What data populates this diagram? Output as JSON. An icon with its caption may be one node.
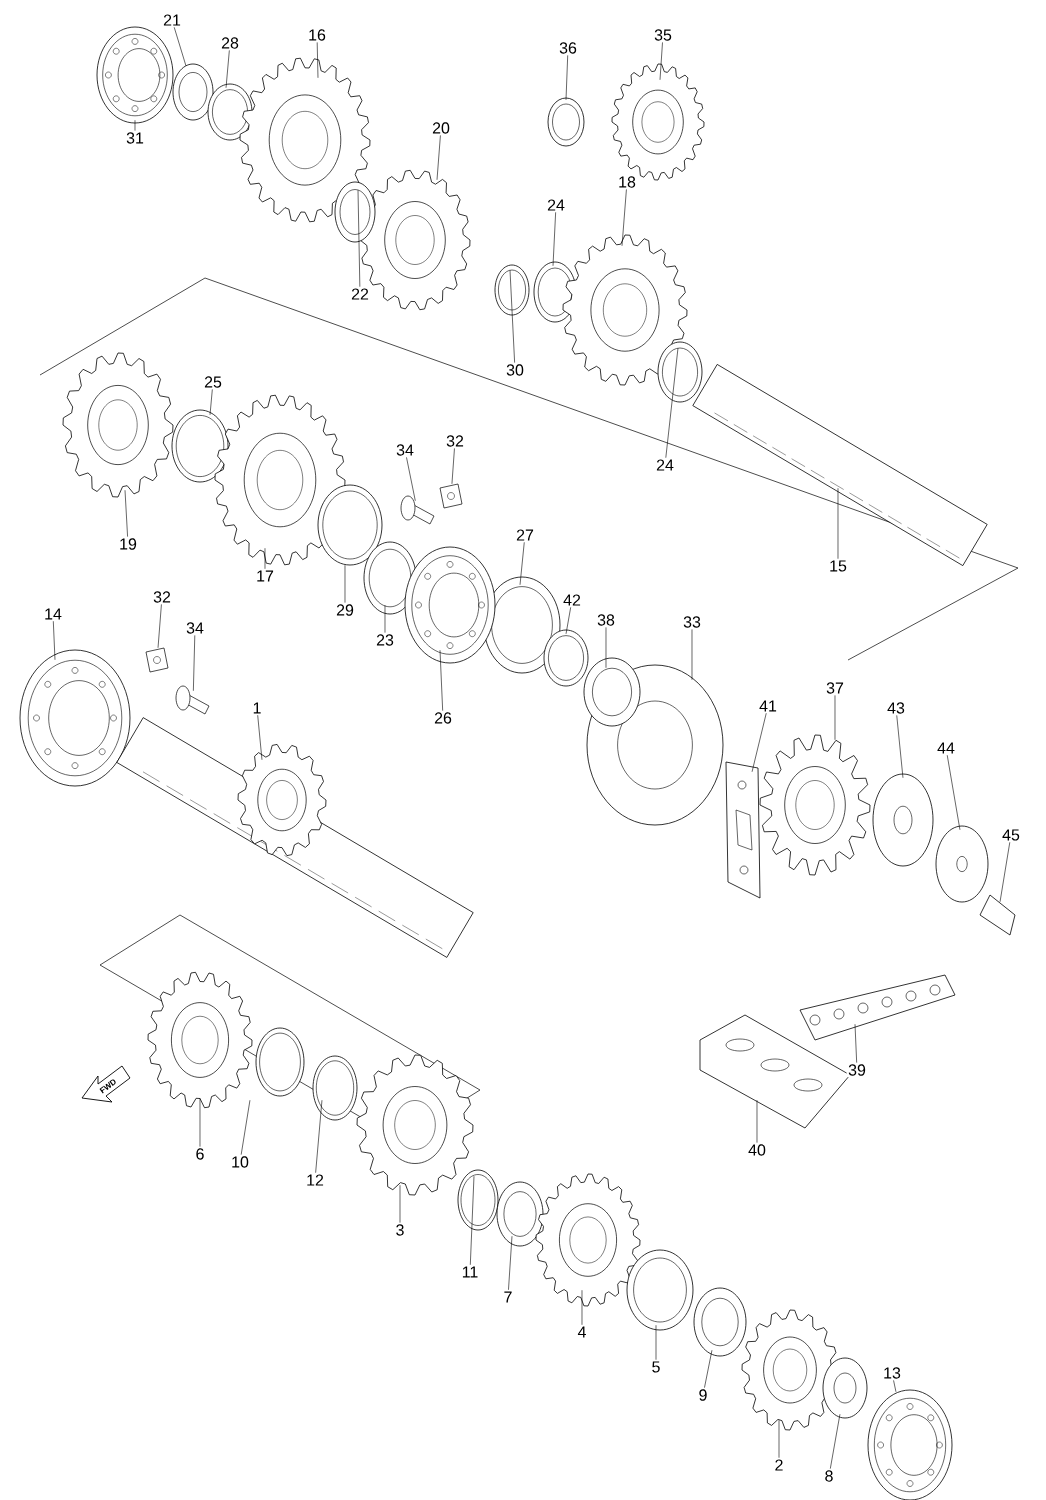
{
  "diagram": {
    "nodes": [
      {
        "text": [
          "31"
        ]
      },
      {
        "text": [
          "21"
        ]
      },
      {
        "text": [
          "28"
        ]
      },
      {
        "text": [
          "16"
        ]
      },
      {
        "text": [
          "36"
        ]
      },
      {
        "text": [
          "35"
        ]
      },
      {
        "text": [
          "20"
        ]
      },
      {
        "text": [
          "22"
        ]
      },
      {
        "text": [
          "24"
        ]
      },
      {
        "text": [
          "18"
        ]
      },
      {
        "text": [
          "30"
        ]
      },
      {
        "text": [
          "25"
        ]
      },
      {
        "text": [
          "19"
        ]
      },
      {
        "text": [
          "34"
        ]
      },
      {
        "text": [
          "32"
        ]
      },
      {
        "text": [
          "24"
        ]
      },
      {
        "text": [
          "15"
        ]
      },
      {
        "text": [
          "17"
        ]
      },
      {
        "text": [
          "29"
        ]
      },
      {
        "text": [
          "23"
        ]
      },
      {
        "text": [
          "27"
        ]
      },
      {
        "text": [
          "32"
        ]
      },
      {
        "text": [
          "34"
        ]
      },
      {
        "text": [
          "14"
        ]
      },
      {
        "text": [
          "42"
        ]
      },
      {
        "text": [
          "38"
        ]
      },
      {
        "text": [
          "33"
        ]
      },
      {
        "text": [
          "26"
        ]
      },
      {
        "text": [
          "1"
        ]
      },
      {
        "text": [
          "41"
        ]
      },
      {
        "text": [
          "37"
        ]
      },
      {
        "text": [
          "43"
        ]
      },
      {
        "text": [
          "44"
        ]
      },
      {
        "text": [
          "45"
        ]
      },
      {
        "text": [
          "39"
        ]
      },
      {
        "text": [
          "40"
        ]
      },
      {
        "text": [
          "6"
        ]
      },
      {
        "text": [
          "10"
        ]
      },
      {
        "text": [
          "12"
        ]
      },
      {
        "text": [
          "3"
        ]
      },
      {
        "text": [
          "11"
        ]
      },
      {
        "text": [
          "7"
        ]
      },
      {
        "text": [
          "4"
        ]
      },
      {
        "text": [
          "5"
        ]
      },
      {
        "text": [
          "9"
        ]
      },
      {
        "text": [
          "13"
        ]
      },
      {
        "text": [
          "2"
        ]
      },
      {
        "text": [
          "8"
        ]
      },
      {
        "text": [],
        "shape": "picture"
      },
      {
        "text": [],
        "shape": "picture"
      },
      {
        "text": [],
        "shape": "picture"
      },
      {
        "text": [],
        "shape": "picture"
      },
      {
        "text": [],
        "shape": "picture"
      },
      {
        "text": [],
        "shape": "picture"
      },
      {
        "text": [],
        "shape": "picture"
      },
      {
        "text": [],
        "shape": "picture"
      },
      {
        "text": [],
        "shape": "picture"
      },
      {
        "text": [],
        "shape": "picture"
      },
      {
        "text": [],
        "shape": "picture"
      },
      {
        "text": [],
        "shape": "picture"
      },
      {
        "text": [],
        "shape": "picture"
      },
      {
        "text": [],
        "shape": "picture"
      },
      {
        "text": [],
        "shape": "picture"
      },
      {
        "text": [],
        "shape": "picture"
      },
      {
        "text": [],
        "shape": "picture"
      },
      {
        "text": [],
        "shape": "picture"
      },
      {
        "text": [],
        "shape": "picture"
      },
      {
        "text": [],
        "shape": "picture"
      },
      {
        "text": [],
        "shape": "picture"
      },
      {
        "text": [],
        "shape": "picture"
      },
      {
        "text": [],
        "shape": "picture"
      },
      {
        "text": [],
        "shape": "picture"
      },
      {
        "text": [],
        "shape": "picture"
      },
      {
        "text": [],
        "shape": "picture"
      },
      {
        "text": [],
        "shape": "picture"
      },
      {
        "text": [],
        "shape": "picture"
      },
      {
        "text": [],
        "shape": "picture"
      },
      {
        "text": [],
        "shape": "picture"
      },
      {
        "text": [],
        "shape": "picture"
      },
      {
        "text": [],
        "shape": "picture"
      },
      {
        "text": [],
        "shape": "picture"
      },
      {
        "text": [],
        "shape": "picture"
      },
      {
        "text": [],
        "shape": "picture"
      },
      {
        "text": [],
        "shape": "picture"
      },
      {
        "text": [],
        "shape": "picture"
      },
      {
        "text": [],
        "shape": "picture"
      },
      {
        "text": [],
        "shape": "picture"
      },
      {
        "text": [],
        "shape": "picture"
      },
      {
        "text": [],
        "shape": "picture"
      },
      {
        "text": [],
        "shape": "picture"
      },
      {
        "text": [],
        "shape": "picture"
      },
      {
        "text": [],
        "shape": "picture"
      },
      {
        "text": [],
        "shape": "picture"
      },
      {
        "text": [],
        "shape": "picture"
      },
      {
        "text": [],
        "shape": "picture"
      },
      {
        "text": [],
        "shape": "picture"
      }
    ],
    "edges": [
      {
        "from": 0,
        "to": 52,
        "arrow": "none"
      },
      {
        "from": 1,
        "to": 53,
        "arrow": "none"
      },
      {
        "from": 2,
        "to": 54,
        "arrow": "none"
      },
      {
        "from": 3,
        "to": 55,
        "arrow": "none"
      },
      {
        "from": 4,
        "to": 56,
        "arrow": "none"
      },
      {
        "from": 5,
        "to": 57,
        "arrow": "none"
      },
      {
        "from": 6,
        "to": 58,
        "arrow": "none"
      },
      {
        "from": 7,
        "to": 59,
        "arrow": "none"
      },
      {
        "from": 8,
        "to": 60,
        "arrow": "none"
      },
      {
        "from": 9,
        "to": 61,
        "arrow": "none"
      },
      {
        "from": 10,
        "to": 62,
        "arrow": "none"
      },
      {
        "from": 11,
        "to": 63,
        "arrow": "none"
      },
      {
        "from": 12,
        "to": 64,
        "arrow": "none"
      },
      {
        "from": 13,
        "to": 48,
        "arrow": "none"
      },
      {
        "from": 14,
        "to": 49,
        "arrow": "none"
      },
      {
        "from": 15,
        "to": 65,
        "arrow": "none"
      },
      {
        "from": 16,
        "to": 66,
        "arrow": "none"
      },
      {
        "from": 17,
        "to": 67,
        "arrow": "none"
      },
      {
        "from": 18,
        "to": 68,
        "arrow": "none"
      },
      {
        "from": 19,
        "to": 69,
        "arrow": "none"
      },
      {
        "from": 20,
        "to": 70,
        "arrow": "none"
      },
      {
        "from": 21,
        "to": 50,
        "arrow": "none"
      },
      {
        "from": 22,
        "to": 51,
        "arrow": "none"
      },
      {
        "from": 23,
        "to": 71,
        "arrow": "none"
      },
      {
        "from": 24,
        "to": 72,
        "arrow": "none"
      },
      {
        "from": 25,
        "to": 73,
        "arrow": "none"
      },
      {
        "from": 26,
        "to": 74,
        "arrow": "none"
      },
      {
        "from": 27,
        "to": 75,
        "arrow": "none"
      },
      {
        "from": 28,
        "to": 76,
        "arrow": "none"
      },
      {
        "from": 29,
        "to": 77,
        "arrow": "none"
      },
      {
        "from": 30,
        "to": 78,
        "arrow": "none"
      },
      {
        "from": 31,
        "to": 79,
        "arrow": "none"
      },
      {
        "from": 32,
        "to": 80,
        "arrow": "none"
      },
      {
        "from": 33,
        "to": 81,
        "arrow": "none"
      },
      {
        "from": 34,
        "to": 82,
        "arrow": "none"
      },
      {
        "from": 35,
        "to": 83,
        "arrow": "none"
      },
      {
        "from": 36,
        "to": 84,
        "arrow": "none"
      },
      {
        "from": 37,
        "to": 85,
        "arrow": "none"
      },
      {
        "from": 38,
        "to": 86,
        "arrow": "none"
      },
      {
        "from": 39,
        "to": 87,
        "arrow": "none"
      },
      {
        "from": 40,
        "to": 88,
        "arrow": "none"
      },
      {
        "from": 41,
        "to": 89,
        "arrow": "none"
      },
      {
        "from": 42,
        "to": 90,
        "arrow": "none"
      },
      {
        "from": 43,
        "to": 91,
        "arrow": "none"
      },
      {
        "from": 44,
        "to": 92,
        "arrow": "none"
      },
      {
        "from": 45,
        "to": 93,
        "arrow": "none"
      },
      {
        "from": 46,
        "to": 94,
        "arrow": "none"
      },
      {
        "from": 47,
        "to": 95,
        "arrow": "none"
      }
    ],
    "labels": [
      "FWD"
    ]
  }
}
